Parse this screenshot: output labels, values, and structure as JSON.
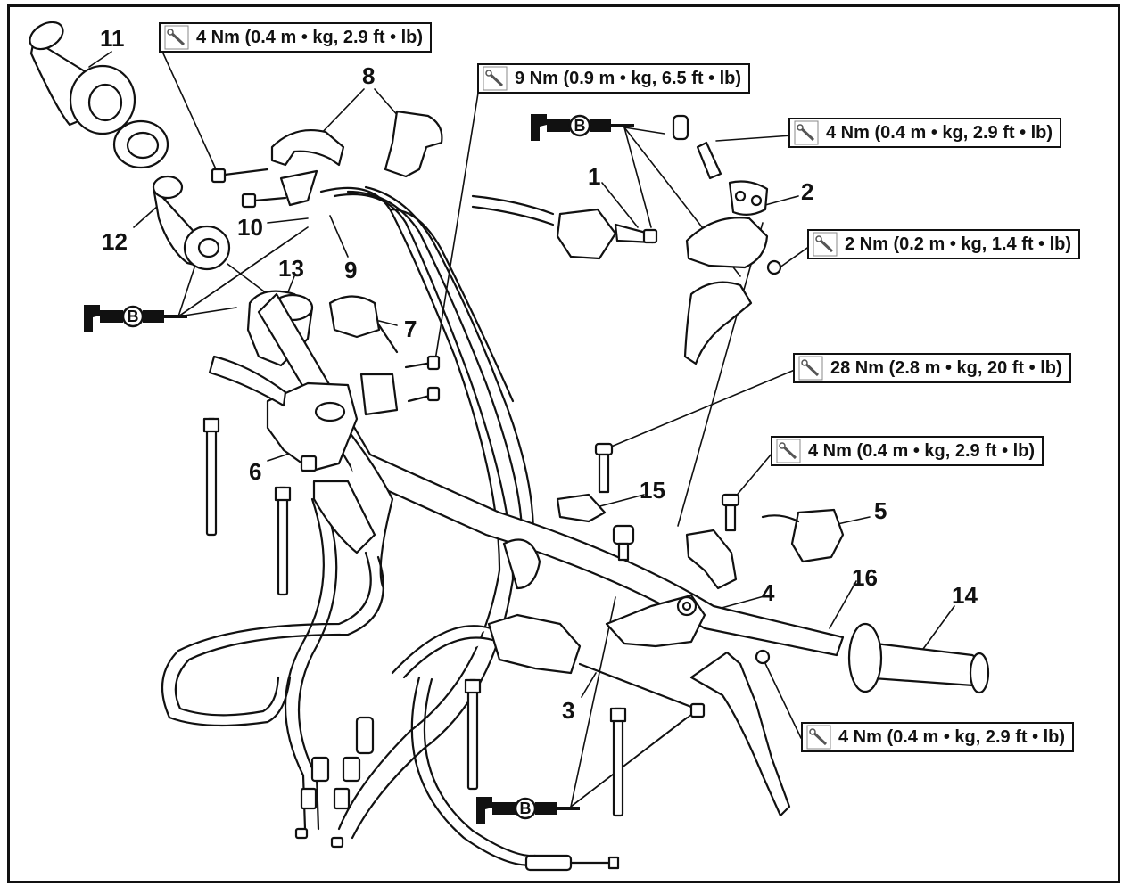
{
  "part_numbers": [
    "11",
    "8",
    "12",
    "10",
    "9",
    "13",
    "7",
    "6",
    "1",
    "2",
    "15",
    "5",
    "4",
    "16",
    "14",
    "3"
  ],
  "torque_specs": [
    "4 Nm (0.4 m • kg, 2.9 ft • lb)",
    "9 Nm (0.9 m • kg, 6.5 ft • lb)",
    "4 Nm (0.4 m • kg, 2.9 ft • lb)",
    "2 Nm (0.2 m • kg, 1.4 ft • lb)",
    "28 Nm (2.8 m • kg, 20 ft • lb)",
    "4 Nm (0.4 m • kg, 2.9 ft • lb)",
    "4 Nm (0.4 m • kg, 2.9 ft • lb)"
  ],
  "grease_label": "B",
  "icons": {
    "torque": "torque-wrench-icon",
    "grease": "grease-gun-icon"
  },
  "colors": {
    "line": "#111111",
    "fill": "#ffffff",
    "shade": "#9a9a9a"
  }
}
